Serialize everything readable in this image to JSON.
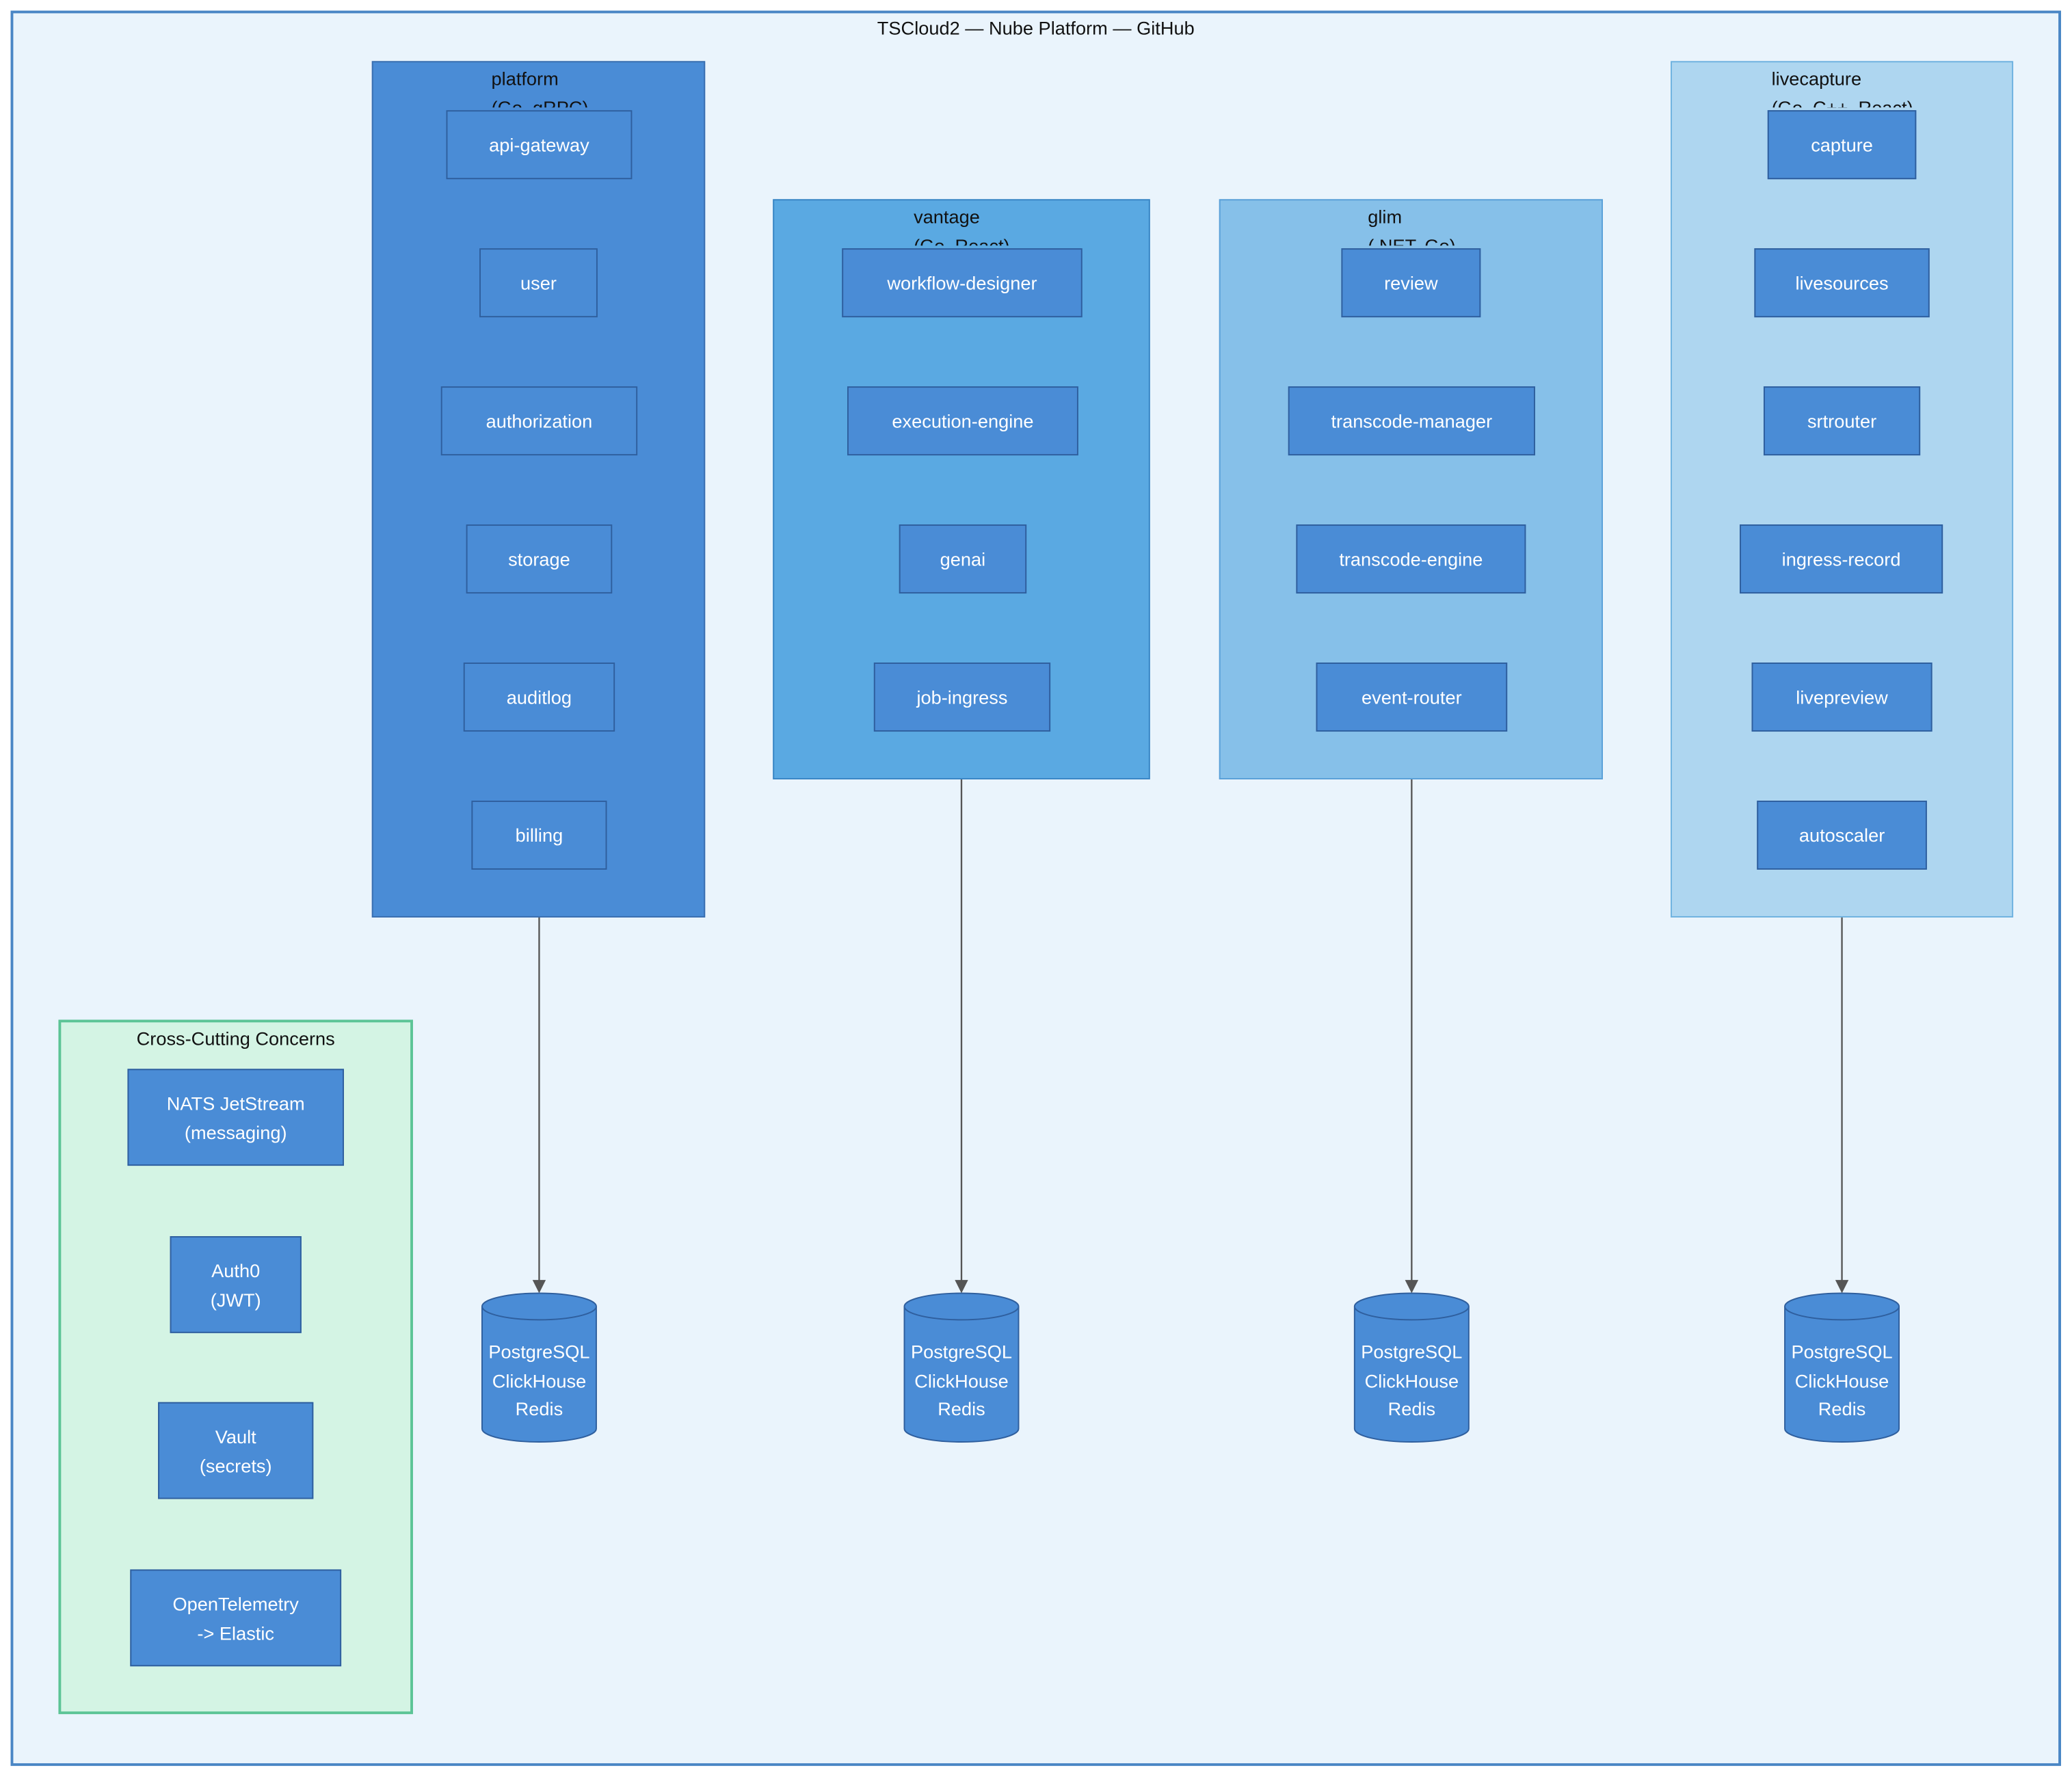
{
  "diagram": {
    "title": "TSCloud2 — Nube Platform — GitHub",
    "groups": {
      "platform": {
        "name": "platform",
        "tech": "(Go, gRPC)",
        "services": [
          "api-gateway",
          "user",
          "authorization",
          "storage",
          "auditlog",
          "billing"
        ]
      },
      "vantage": {
        "name": "vantage",
        "tech": "(Go, React)",
        "services": [
          "workflow-designer",
          "execution-engine",
          "genai",
          "job-ingress"
        ]
      },
      "glim": {
        "name": "glim",
        "tech": "(.NET, Go)",
        "services": [
          "review",
          "transcode-manager",
          "transcode-engine",
          "event-router"
        ]
      },
      "livecapture": {
        "name": "livecapture",
        "tech": "(Go, C++, React)",
        "services": [
          "capture",
          "livesources",
          "srtrouter",
          "ingress-record",
          "livepreview",
          "autoscaler"
        ]
      },
      "cross": {
        "name": "Cross-Cutting Concerns",
        "items": [
          {
            "line1": "NATS JetStream",
            "line2": "(messaging)"
          },
          {
            "line1": "Auth0",
            "line2": "(JWT)"
          },
          {
            "line1": "Vault",
            "line2": "(secrets)"
          },
          {
            "line1": "OpenTelemetry",
            "line2": "-> Elastic"
          }
        ]
      }
    },
    "datastores": {
      "lines": [
        "PostgreSQL",
        "ClickHouse",
        "Redis"
      ]
    },
    "colors": {
      "platform": "#4a8cd6",
      "vantage": "#5aa9e2",
      "glim": "#86c0e9",
      "livecapture": "#aed6f0",
      "cross": "#d4f4e4",
      "node": "#4a8cd6",
      "edge": "#555555"
    }
  }
}
